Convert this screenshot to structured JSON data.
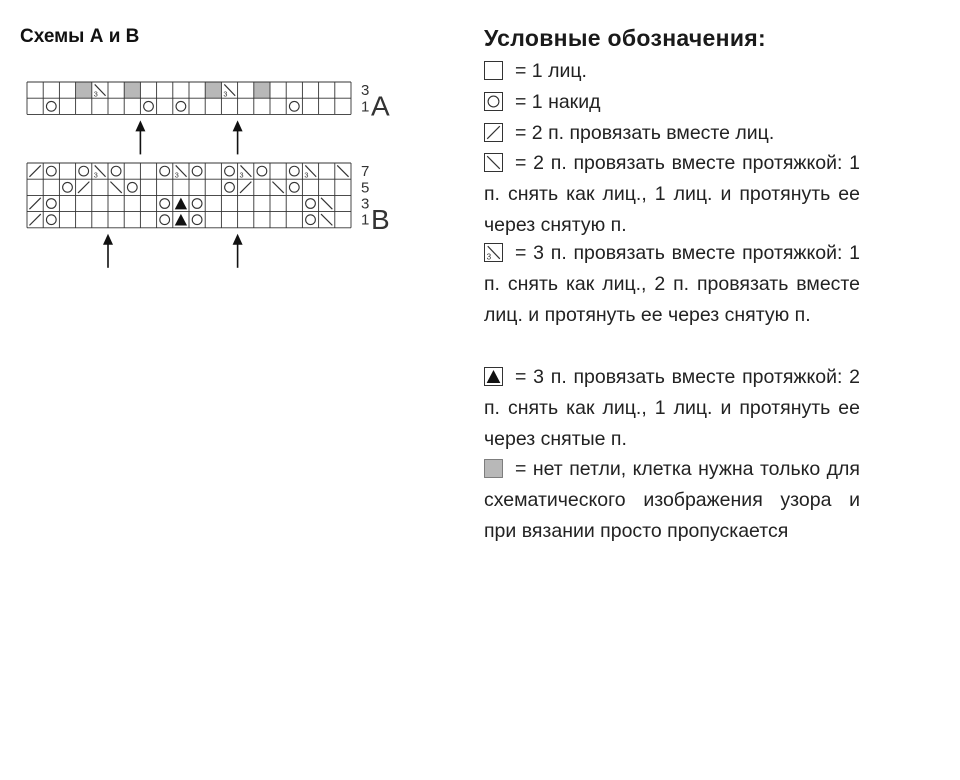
{
  "schemes_title": "Схемы А и В",
  "chart_a": {
    "label": "А",
    "row_labels": [
      "3",
      "1"
    ],
    "rows": [
      [
        "k",
        "k",
        "k",
        "n",
        "s3",
        "k",
        "n",
        "k",
        "k",
        "k",
        "k",
        "n",
        "s3",
        "k",
        "n",
        "k",
        "k",
        "k",
        "k",
        "k"
      ],
      [
        "k",
        "o",
        "k",
        "k",
        "k",
        "k",
        "k",
        "o",
        "k",
        "o",
        "k",
        "k",
        "k",
        "k",
        "k",
        "k",
        "o",
        "k",
        "k",
        "k"
      ]
    ]
  },
  "chart_b": {
    "label": "В",
    "row_labels": [
      "7",
      "5",
      "3",
      "1"
    ],
    "rows": [
      [
        "r",
        "o",
        "k",
        "o",
        "s3",
        "o",
        "k",
        "k",
        "o",
        "s3",
        "o",
        "k",
        "o",
        "s3",
        "o",
        "k",
        "o",
        "s3",
        "k",
        "l"
      ],
      [
        "k",
        "k",
        "o",
        "r",
        "k",
        "l",
        "o",
        "k",
        "k",
        "k",
        "k",
        "k",
        "o",
        "r",
        "k",
        "l",
        "o",
        "k",
        "k",
        "k"
      ],
      [
        "r",
        "o",
        "k",
        "k",
        "k",
        "k",
        "k",
        "k",
        "o",
        "t",
        "o",
        "k",
        "k",
        "k",
        "k",
        "k",
        "k",
        "o",
        "l",
        "k"
      ],
      [
        "r",
        "o",
        "k",
        "k",
        "k",
        "k",
        "k",
        "k",
        "o",
        "t",
        "o",
        "k",
        "k",
        "k",
        "k",
        "k",
        "k",
        "o",
        "l",
        "k"
      ]
    ]
  },
  "legend": {
    "title": "Условные обозначения:",
    "items": [
      {
        "symbol": "k",
        "icon": "blank-square-icon",
        "text": "= 1 лиц."
      },
      {
        "symbol": "o",
        "icon": "circle-icon",
        "text": "= 1 накид"
      },
      {
        "symbol": "r",
        "icon": "right-slant-icon",
        "text": "= 2 п. провязать вместе лиц."
      },
      {
        "symbol": "l",
        "icon": "left-slant-icon",
        "text": "= 2 п. провязать вместе протяжкой: 1 п. снять как лиц., 1 лиц. и протянуть ее через снятую п."
      },
      {
        "symbol": "s3",
        "icon": "left-slant-3-icon",
        "text": "= 3 п. провязать вместе протяжкой: 1 п. снять как лиц., 2 п. провязать вместе лиц. и протянуть ее через снятую п."
      },
      {
        "symbol": "t",
        "icon": "triangle-icon",
        "text": "= 3 п. провязать вместе протяжкой: 2 п. снять как лиц., 1 лиц. и протянуть ее через снятые п."
      },
      {
        "symbol": "n",
        "icon": "gray-square-icon",
        "text": "= нет петли, клетка нужна только для схематического изображения узора и при вязании просто пропускается"
      }
    ]
  },
  "colors": {
    "no_stitch_gray": "#b8b8b8",
    "grid_line": "#333333",
    "text": "#222222"
  }
}
